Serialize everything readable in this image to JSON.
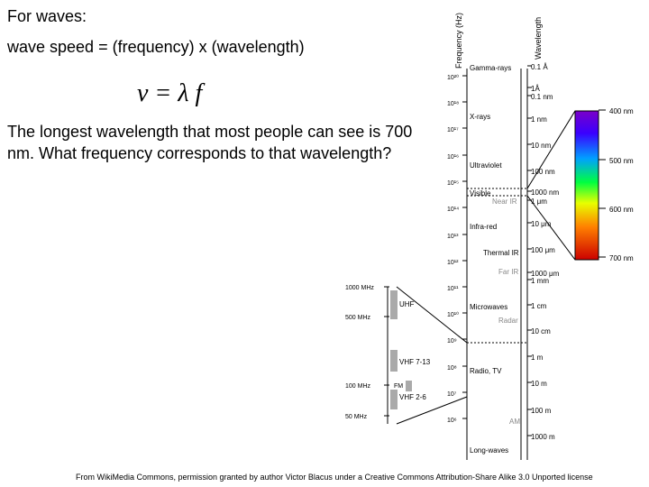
{
  "slide": {
    "heading": "For waves:",
    "speed_eq": "wave speed = (frequency) x (wavelength)",
    "formula": "v = λ f",
    "question": "The longest wavelength that most people can see is 700 nm. What frequency corresponds to that wavelength?",
    "credit": "From WikiMedia Commons, permission granted by author Victor Blacus under a Creative Commons Attribution-Share Alike 3.0 Unported license"
  },
  "diagram": {
    "freq_axis_title": "Frequency (Hz)",
    "wl_axis_title": "Wavelength",
    "freq_ticks": [
      "10²⁰",
      "10¹⁸",
      "10¹⁷",
      "10¹⁶",
      "10¹⁵",
      "10¹⁴",
      "10¹³",
      "10¹²",
      "10¹¹",
      "10¹⁰",
      "10⁹",
      "10⁸",
      "10⁷",
      "10⁶"
    ],
    "wl_ticks": [
      "0.1 Å",
      "1Å",
      "0.1 nm",
      "1 nm",
      "10 nm",
      "100 nm",
      "1000 nm",
      "1 μm",
      "10 μm",
      "100 μm",
      "1000 μm",
      "1 mm",
      "1 cm",
      "10 cm",
      "1 m",
      "10 m",
      "100 m",
      "1000 m"
    ],
    "bands": [
      "Gamma-rays",
      "X-rays",
      "Ultraviolet",
      "Visible",
      "Near IR",
      "Infra-red",
      "Thermal IR",
      "Far IR",
      "Microwaves",
      "Radar",
      "Radio, TV",
      "AM",
      "Long-waves"
    ],
    "visible_ticks": [
      "400 nm",
      "500 nm",
      "600 nm",
      "700 nm"
    ],
    "radio_ticks": [
      "1000 MHz",
      "500 MHz",
      "100 MHz",
      "50 MHz"
    ],
    "radio_bands": [
      "UHF",
      "VHF 7-13",
      "FM",
      "VHF 2-6"
    ]
  }
}
